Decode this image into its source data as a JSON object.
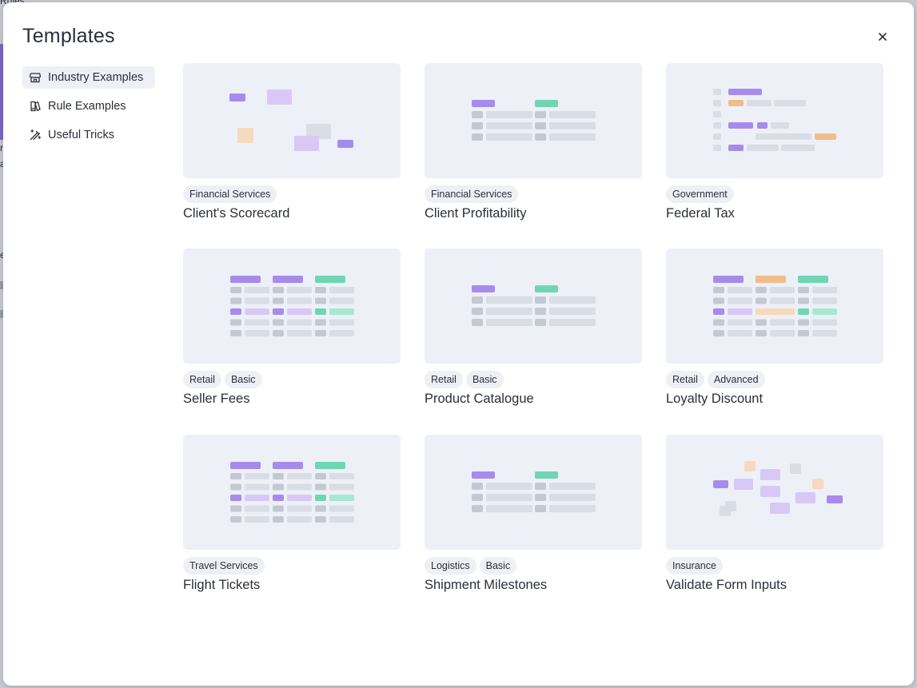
{
  "background": {
    "label_rules": "Rules",
    "letters": [
      "n",
      "a",
      "e"
    ]
  },
  "modal": {
    "title": "Templates",
    "close_icon": "close-icon"
  },
  "sidebar": {
    "items": [
      {
        "label": "Industry Examples",
        "icon": "storefront-icon",
        "active": true
      },
      {
        "label": "Rule Examples",
        "icon": "book-icon",
        "active": false
      },
      {
        "label": "Useful Tricks",
        "icon": "wand-icon",
        "active": false
      }
    ]
  },
  "colors": {
    "purple": "#a78bec",
    "purple_light": "#d8c8f6",
    "green": "#6fd5b3",
    "green_light": "#a9e7d2",
    "orange": "#f1bd8b",
    "orange_light": "#f6d9be",
    "gray": "#c3c9d3",
    "gray_light": "#d8dde6",
    "thumb_bg": "#edf0f7"
  },
  "templates": [
    {
      "title": "Client's Scorecard",
      "tags": [
        "Financial Services"
      ],
      "thumb": "scatter-a"
    },
    {
      "title": "Client Profitability",
      "tags": [
        "Financial Services"
      ],
      "thumb": "table-2"
    },
    {
      "title": "Federal Tax",
      "tags": [
        "Government"
      ],
      "thumb": "list"
    },
    {
      "title": "Seller Fees",
      "tags": [
        "Retail",
        "Basic"
      ],
      "thumb": "table-3"
    },
    {
      "title": "Product Catalogue",
      "tags": [
        "Retail",
        "Basic"
      ],
      "thumb": "table-2"
    },
    {
      "title": "Loyalty Discount",
      "tags": [
        "Retail",
        "Advanced"
      ],
      "thumb": "table-3-orange"
    },
    {
      "title": "Flight Tickets",
      "tags": [
        "Travel Services"
      ],
      "thumb": "table-3"
    },
    {
      "title": "Shipment Milestones",
      "tags": [
        "Logistics",
        "Basic"
      ],
      "thumb": "table-2"
    },
    {
      "title": "Validate Form Inputs",
      "tags": [
        "Insurance"
      ],
      "thumb": "scatter-b"
    }
  ]
}
